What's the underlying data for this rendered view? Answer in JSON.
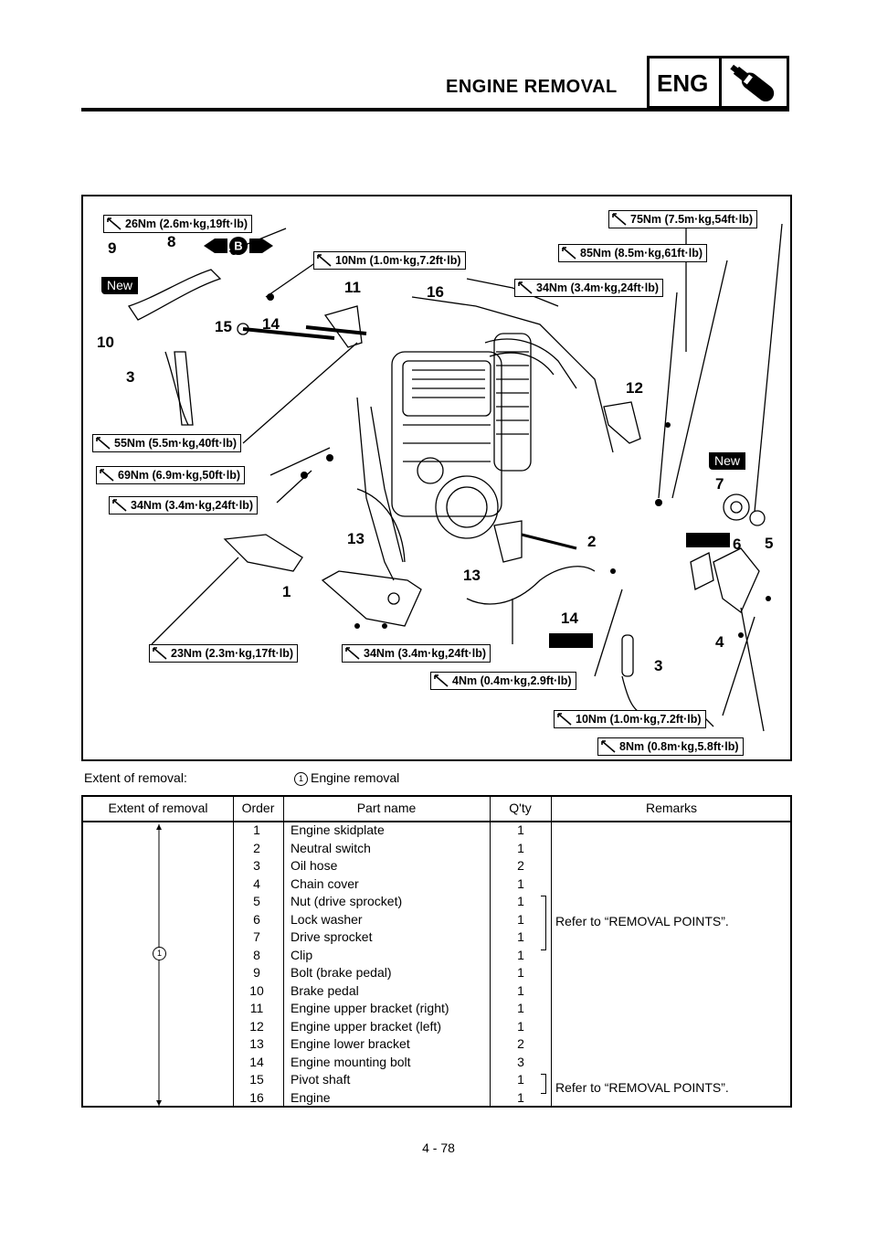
{
  "header": {
    "title": "ENGINE REMOVAL",
    "section_badge": "ENG",
    "section_icon": "engine-wrench-icon"
  },
  "diagram": {
    "torque_specs": [
      {
        "label": "26Nm (2.6m·kg,19ft·lb)"
      },
      {
        "label": "10Nm (1.0m·kg,7.2ft·lb)"
      },
      {
        "label": "75Nm (7.5m·kg,54ft·lb)"
      },
      {
        "label": "85Nm (8.5m·kg,61ft·lb)"
      },
      {
        "label": "34Nm (3.4m·kg,24ft·lb)"
      },
      {
        "label": "55Nm (5.5m·kg,40ft·lb)"
      },
      {
        "label": "69Nm (6.9m·kg,50ft·lb)"
      },
      {
        "label": "34Nm (3.4m·kg,24ft·lb)"
      },
      {
        "label": "23Nm (2.3m·kg,17ft·lb)"
      },
      {
        "label": "34Nm (3.4m·kg,24ft·lb)"
      },
      {
        "label": "4Nm (0.4m·kg,2.9ft·lb)"
      },
      {
        "label": "10Nm (1.0m·kg,7.2ft·lb)"
      },
      {
        "label": "8Nm (0.8m·kg,5.8ft·lb)"
      }
    ],
    "callouts": [
      "9",
      "8",
      "10",
      "3",
      "15",
      "14",
      "11",
      "16",
      "12",
      "7",
      "6",
      "5",
      "13",
      "2",
      "1",
      "13",
      "14",
      "4",
      "3"
    ],
    "new_badges": [
      "New",
      "New"
    ],
    "lube_mark": "B"
  },
  "extent": {
    "label": "Extent of removal:",
    "marker": "1",
    "value": "Engine removal"
  },
  "table": {
    "headers": {
      "extent": "Extent of removal",
      "order": "Order",
      "part": "Part name",
      "qty": "Q'ty",
      "remarks": "Remarks"
    },
    "extent_marker": "1",
    "rows": [
      {
        "order": "1",
        "part": "Engine skidplate",
        "qty": "1"
      },
      {
        "order": "2",
        "part": "Neutral switch",
        "qty": "1"
      },
      {
        "order": "3",
        "part": "Oil hose",
        "qty": "2"
      },
      {
        "order": "4",
        "part": "Chain cover",
        "qty": "1"
      },
      {
        "order": "5",
        "part": "Nut (drive sprocket)",
        "qty": "1"
      },
      {
        "order": "6",
        "part": "Lock washer",
        "qty": "1"
      },
      {
        "order": "7",
        "part": "Drive sprocket",
        "qty": "1"
      },
      {
        "order": "8",
        "part": "Clip",
        "qty": "1"
      },
      {
        "order": "9",
        "part": "Bolt (brake pedal)",
        "qty": "1"
      },
      {
        "order": "10",
        "part": "Brake pedal",
        "qty": "1"
      },
      {
        "order": "11",
        "part": "Engine upper bracket (right)",
        "qty": "1"
      },
      {
        "order": "12",
        "part": "Engine upper bracket (left)",
        "qty": "1"
      },
      {
        "order": "13",
        "part": "Engine lower bracket",
        "qty": "2"
      },
      {
        "order": "14",
        "part": "Engine mounting bolt",
        "qty": "3"
      },
      {
        "order": "15",
        "part": "Pivot shaft",
        "qty": "1"
      },
      {
        "order": "16",
        "part": "Engine",
        "qty": "1"
      }
    ],
    "remarks": [
      {
        "text": "Refer to “REMOVAL POINTS”."
      },
      {
        "text": "Refer to “REMOVAL POINTS”."
      }
    ]
  },
  "footer": {
    "page_number": "4 - 78"
  }
}
